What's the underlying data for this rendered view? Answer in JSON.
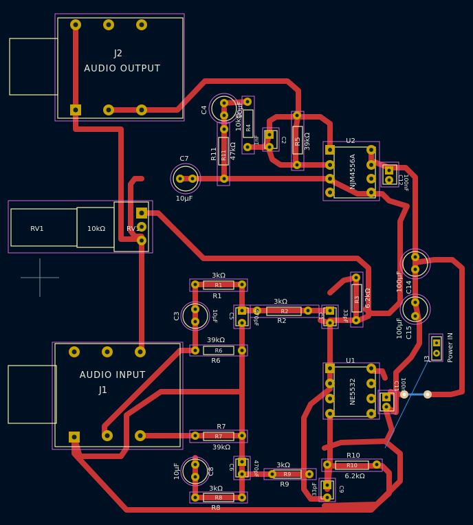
{
  "colors": {
    "background": "#001023",
    "copper": "#c83434",
    "silkscreen": "#e8e8d8",
    "courtyard": "#d864cf",
    "fab_outline": "#f2eda1",
    "pad": "#c8a400",
    "ratsnest": "#3c8cd8"
  },
  "connectors": {
    "j2": {
      "ref": "J2",
      "value": "AUDIO OUTPUT"
    },
    "j1": {
      "ref": "J1",
      "value": "AUDIO INPUT"
    },
    "j3": {
      "ref": "J3",
      "value": "Power IN"
    }
  },
  "pot": {
    "ref": "RV1",
    "value": "10kΩ",
    "ref2": "RV1"
  },
  "ics": [
    {
      "ref": "U2",
      "value": "NJM4556A"
    },
    {
      "ref": "U1",
      "value": "NE5532"
    }
  ],
  "resistors": [
    {
      "ref": "R1",
      "value": "3kΩ"
    },
    {
      "ref": "R2",
      "value": "3kΩ"
    },
    {
      "ref": "R3",
      "value": "6.2kΩ"
    },
    {
      "ref": "R4",
      "value": "10kΩ"
    },
    {
      "ref": "R5",
      "value": "39kΩ"
    },
    {
      "ref": "R6",
      "value": "39kΩ"
    },
    {
      "ref": "R7",
      "value": "39kΩ"
    },
    {
      "ref": "R8",
      "value": "3kΩ"
    },
    {
      "ref": "R9",
      "value": "3kΩ"
    },
    {
      "ref": "R10",
      "value": "6.2kΩ"
    },
    {
      "ref": "R11",
      "value": "47kΩ"
    }
  ],
  "capacitors": [
    {
      "ref": "C1",
      "value": "33pF"
    },
    {
      "ref": "C2",
      "value": "1nF"
    },
    {
      "ref": "C3",
      "value": "10µF"
    },
    {
      "ref": "C4",
      "value": "10µF"
    },
    {
      "ref": "C5",
      "value": "470pF"
    },
    {
      "ref": "C6",
      "value": "470pF"
    },
    {
      "ref": "C7",
      "value": "10µF"
    },
    {
      "ref": "C8",
      "value": "10µF"
    },
    {
      "ref": "C9",
      "value": "33pF"
    },
    {
      "ref": "C11",
      "value": "100nF"
    },
    {
      "ref": "C12",
      "value": "100nF"
    },
    {
      "ref": "C14",
      "value": "100µF"
    },
    {
      "ref": "C15",
      "value": "100µF"
    }
  ]
}
